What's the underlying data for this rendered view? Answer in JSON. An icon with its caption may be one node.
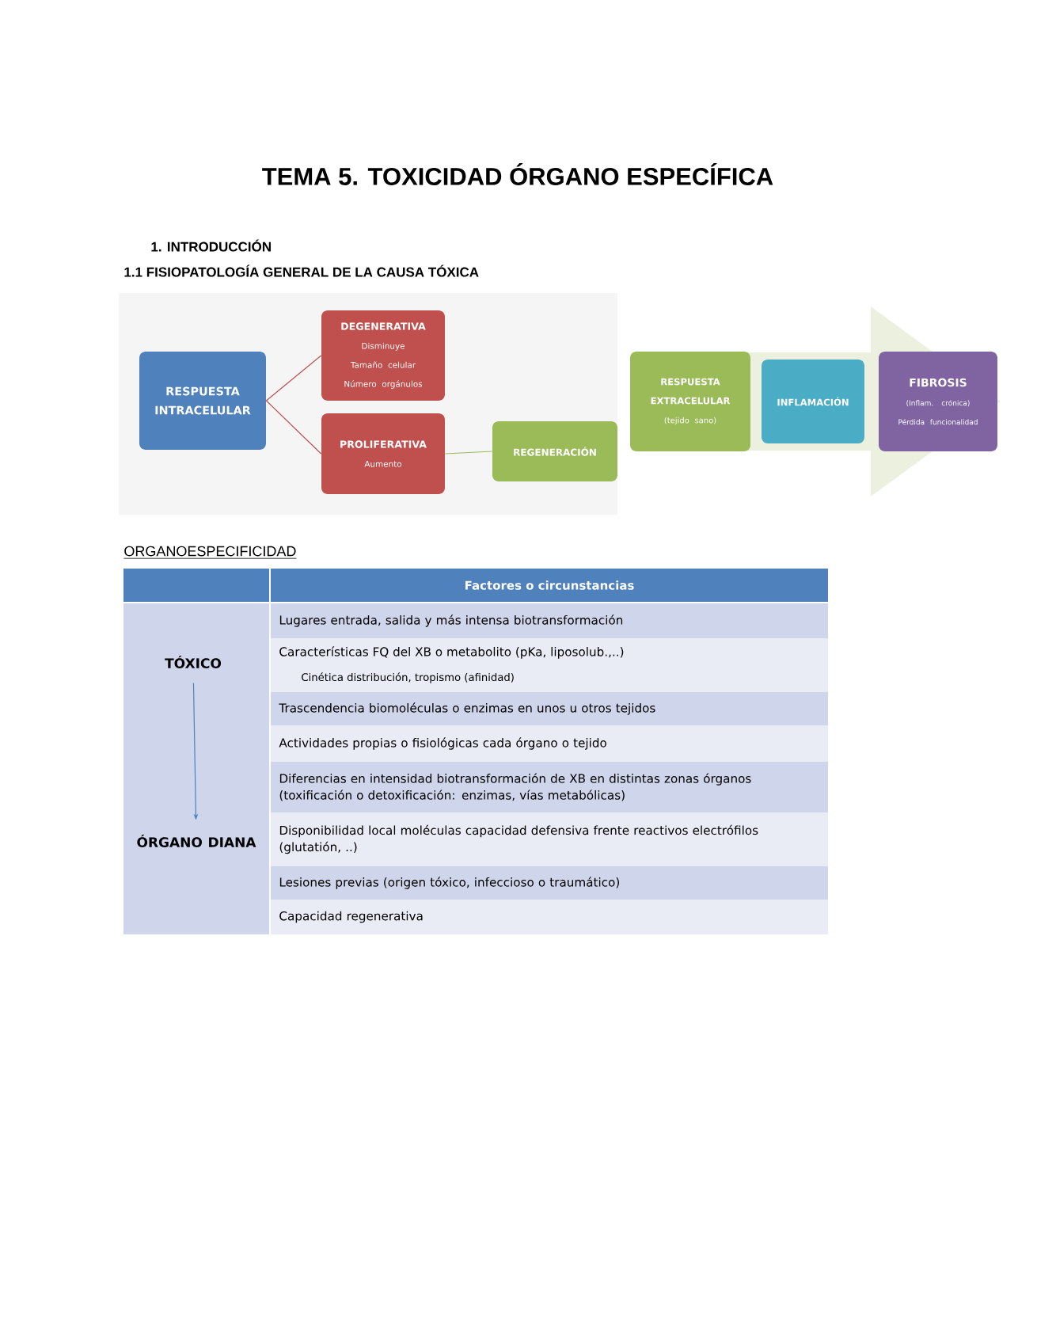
{
  "diagram": {
    "title": "TEMA 5. TOXICIDAD ÓRGANO ESPECÍFICA",
    "nodes": [
      {
        "text": [
          "RESPUESTA INTRACELULAR"
        ]
      },
      {
        "text": [
          "DEGENERATIVA",
          "Disminuye",
          "Tamaño celular",
          "Número orgánulos"
        ]
      },
      {
        "text": [
          "PROLIFERATIVA",
          "Aumento"
        ]
      },
      {
        "text": [
          "REGENERACIÓN"
        ]
      },
      {
        "text": [
          "RESPUESTA EXTRACELULAR",
          "(tejido sano)"
        ]
      },
      {
        "text": [
          "INFLAMACIÓN"
        ]
      },
      {
        "text": [
          "FIBROSIS",
          "(Inflam. crónica)",
          "Pérdida funcionalidad"
        ]
      },
      {
        "text": [
          "TÓXICO"
        ]
      },
      {
        "text": [
          "ÓRGANO DIANA"
        ]
      }
    ],
    "edges": [
      {
        "from": 0,
        "to": 1,
        "arrow": "none",
        "color": "#c0504d"
      },
      {
        "from": 0,
        "to": 2,
        "arrow": "none",
        "color": "#c0504d"
      },
      {
        "from": 2,
        "to": 3,
        "arrow": "none",
        "color": "#9bbb59"
      },
      {
        "from": 7,
        "to": 8,
        "arrow": "to",
        "color": "#4f81bd"
      },
      {
        "from": 4,
        "to": 6,
        "arrow": "to",
        "style": "thick",
        "color": "#ebf1de"
      }
    ],
    "labels": [
      "1. INTRODUCCIÓN",
      "1.1 FISIOPATOLOGÍA GENERAL DE LA CAUSA TÓXICA",
      "ORGANOESPECIFICIDAD",
      "Factores o circunstancias",
      "Lugares entrada, salida y más intensa biotransformación",
      "Características FQ del XB o metabolito (pKa, liposolub.,..)",
      "Cinética distribución, tropismo (afinidad)",
      "Trascendencia biomoléculas o enzimas en unos u otros tejidos",
      "Actividades propias o fisiológicas cada órgano o tejido",
      "Diferencias en intensidad biotransformación de XB en distintas zonas órganos (toxificación o detoxificación: enzimas, vías metabólicas)",
      "Disponibilidad local moléculas capacidad defensiva frente reactivos electrófilos (glutatión, ..)",
      "Lesiones previas (origen tóxico, infeccioso o traumático)",
      "Capacidad regenerativa"
    ]
  }
}
